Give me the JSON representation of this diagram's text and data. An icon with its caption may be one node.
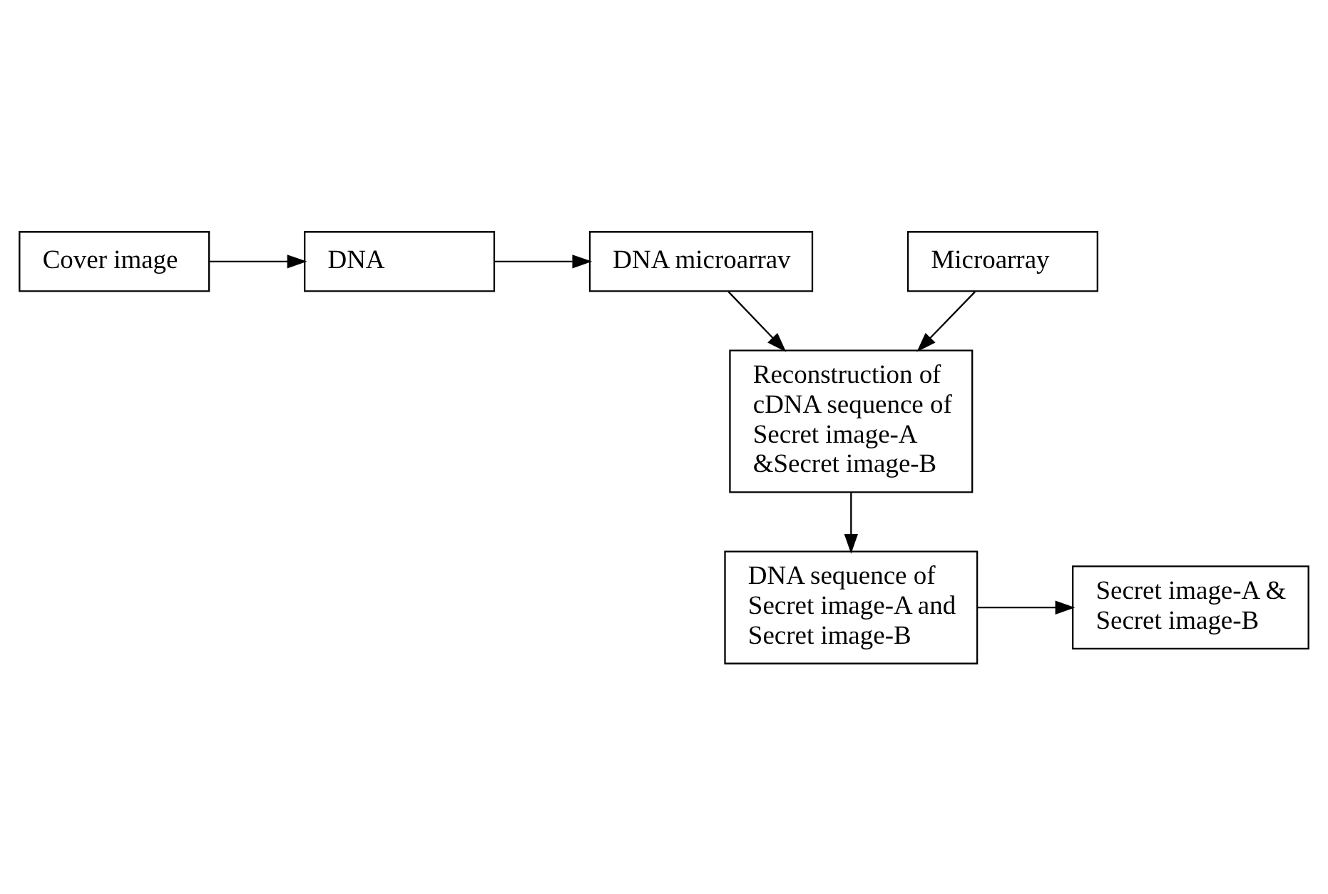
{
  "diagram": {
    "nodes": [
      {
        "text": [
          "Cover image"
        ]
      },
      {
        "text": [
          "DNA"
        ]
      },
      {
        "text": [
          "DNA microarrav"
        ]
      },
      {
        "text": [
          "Microarray"
        ]
      },
      {
        "text": [
          "Reconstruction of cDNA sequence of Secret image-A &Secret image-B"
        ]
      },
      {
        "text": [
          "DNA sequence of Secret image-A and Secret image-B"
        ]
      },
      {
        "text": [
          "Secret image-A & Secret image-B"
        ]
      }
    ],
    "edges": [
      {
        "from": 0,
        "to": 1,
        "arrow": "to"
      },
      {
        "from": 1,
        "to": 2,
        "arrow": "to"
      },
      {
        "from": 2,
        "to": 4,
        "arrow": "to"
      },
      {
        "from": 3,
        "to": 4,
        "arrow": "to"
      },
      {
        "from": 4,
        "to": 5,
        "arrow": "to"
      },
      {
        "from": 5,
        "to": 6,
        "arrow": "to"
      }
    ]
  }
}
